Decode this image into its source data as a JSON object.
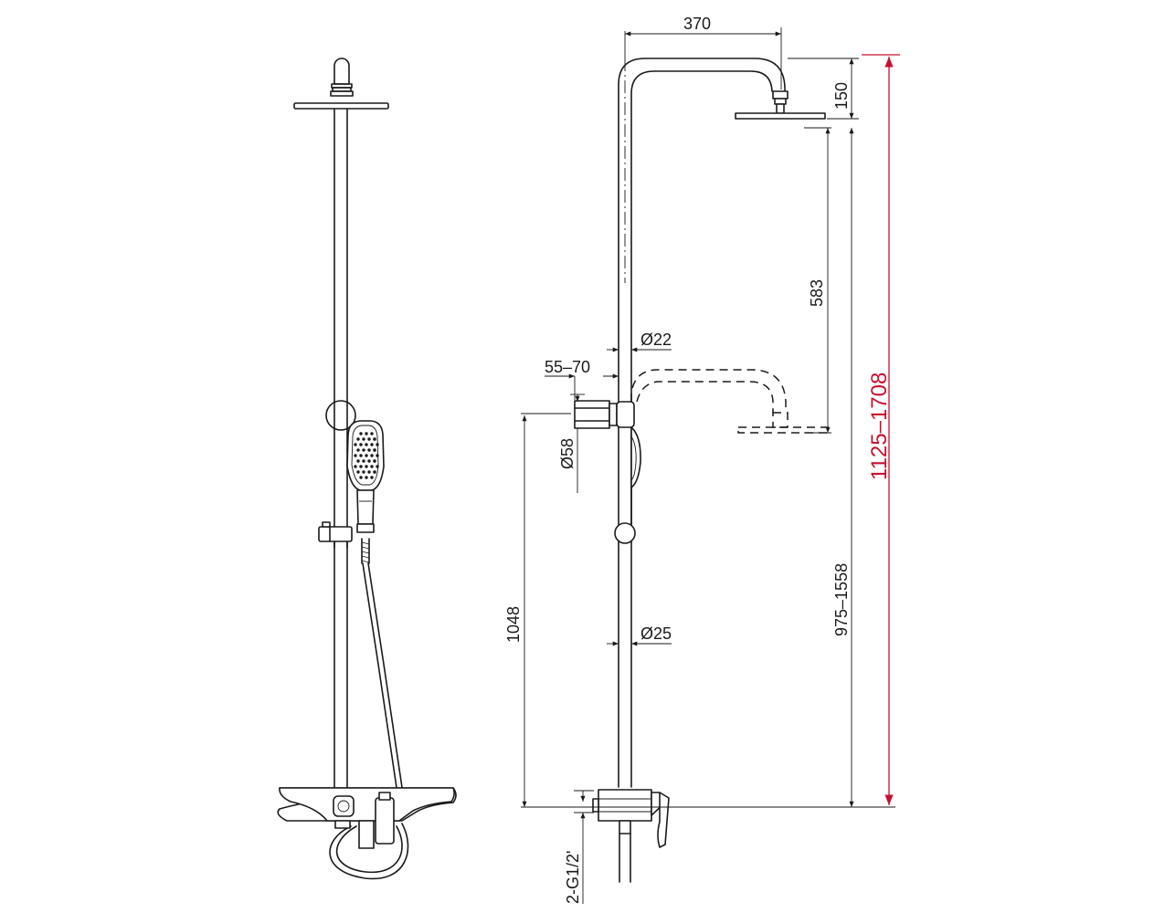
{
  "dimensions": {
    "width_overhead": "370",
    "head_drop": "150",
    "head_travel": "583",
    "pipe_upper_dia": "Ø22",
    "wall_offset": "55–70",
    "bracket_dia": "Ø58",
    "bracket_height": "1048",
    "pipe_lower_dia": "Ø25",
    "head_height_range": "975–1558",
    "total_height_range": "1125–1708",
    "inlet_thread": "2-G1/2'"
  },
  "colors": {
    "line": "#1a1a1a",
    "accent": "#c8102e"
  }
}
